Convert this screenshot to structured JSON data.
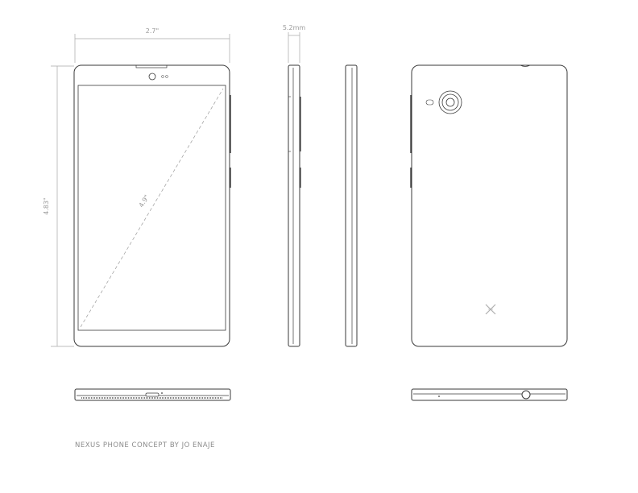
{
  "dimensions": {
    "width_label": "2.7\"",
    "depth_label": "5.2mm",
    "height_label": "4.83\"",
    "diagonal_label": "4.9\""
  },
  "caption": "NEXUS PHONE CONCEPT BY JO ENAJE",
  "colors": {
    "line": "#3c3c3c",
    "dimension": "#a0a0a0"
  }
}
